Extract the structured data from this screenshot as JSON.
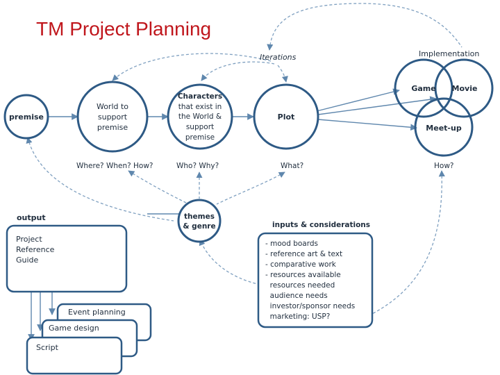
{
  "title": "TM Project Planning",
  "nodes": {
    "premise": "premise",
    "world": [
      "World to",
      "support",
      "premise"
    ],
    "characters": [
      "Characters",
      "that exist in",
      "the World &",
      "support",
      "premise"
    ],
    "plot": "Plot",
    "game": "Game",
    "movie": "Movie",
    "meetup": "Meet-up",
    "themes": [
      "themes",
      "& genre"
    ]
  },
  "labels": {
    "iterations": "Iterations",
    "implementation": "Implementation",
    "where_when_how": "Where? When? How?",
    "who_why": "Who? Why?",
    "what": "What?",
    "how": "How?",
    "output": "output",
    "inputs": "inputs & considerations"
  },
  "output_box": [
    "Project",
    "Reference",
    "Guide"
  ],
  "stack": {
    "event": "Event  planning",
    "game": "Game design",
    "script": "Script"
  },
  "inputs_list": [
    "- mood boards",
    "- reference art & text",
    "- comparative work",
    "- resources available",
    "  resources needed",
    "  audience needs",
    "  investor/sponsor needs",
    "  marketing: USP?"
  ],
  "colors": {
    "title": "#c0161c",
    "node_stroke": "#2e5a85",
    "link": "#5f87ad"
  }
}
